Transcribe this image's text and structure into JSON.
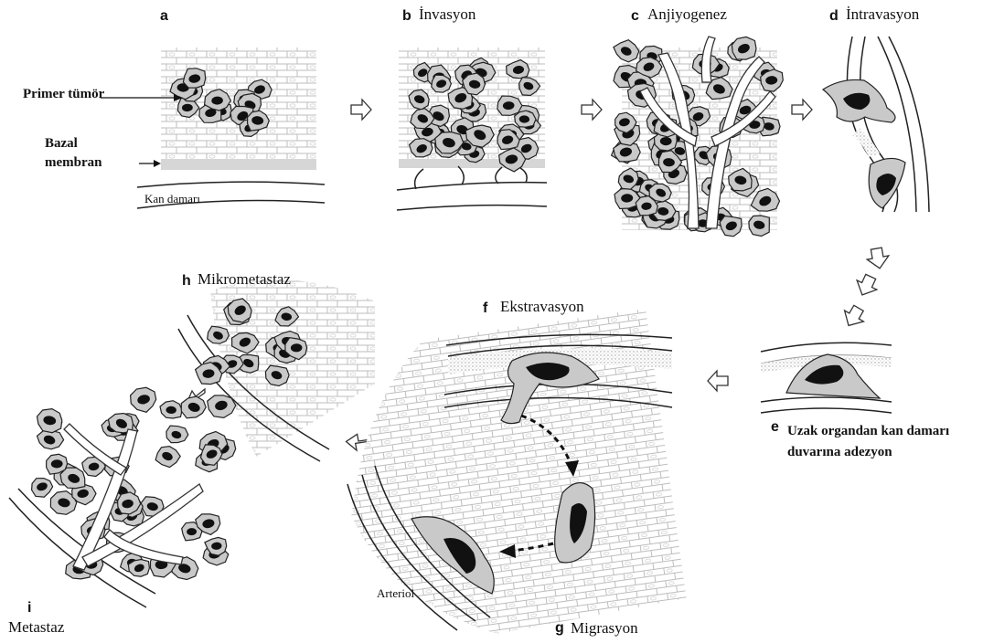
{
  "panels": {
    "a": {
      "letter": "a",
      "title": "",
      "labels": {
        "primary_tumor": "Primer tümör",
        "basal_1": "Bazal",
        "basal_2": "membran",
        "vessel": "Kan damarı"
      }
    },
    "b": {
      "letter": "b",
      "title": "İnvasyon"
    },
    "c": {
      "letter": "c",
      "title": "Anjiyogenez"
    },
    "d": {
      "letter": "d",
      "title": "İntravasyon"
    },
    "e": {
      "letter": "e",
      "title_1": "Uzak organdan kan damarı",
      "title_2": "duvarına adezyon"
    },
    "f": {
      "letter": "f",
      "title": "Ekstravasyon"
    },
    "g": {
      "letter": "g",
      "title": "Migrasyon",
      "labels": {
        "arteriole": "Arteriol"
      }
    },
    "h": {
      "letter": "h",
      "title": "Mikrometastaz"
    },
    "i": {
      "letter": "i",
      "title": "Metastaz"
    }
  },
  "colors": {
    "cell_fill": "#c9c9c9",
    "nucleus": "#111111",
    "tissue_line": "#bdbdbd",
    "membrane": "#d6d6d6"
  }
}
